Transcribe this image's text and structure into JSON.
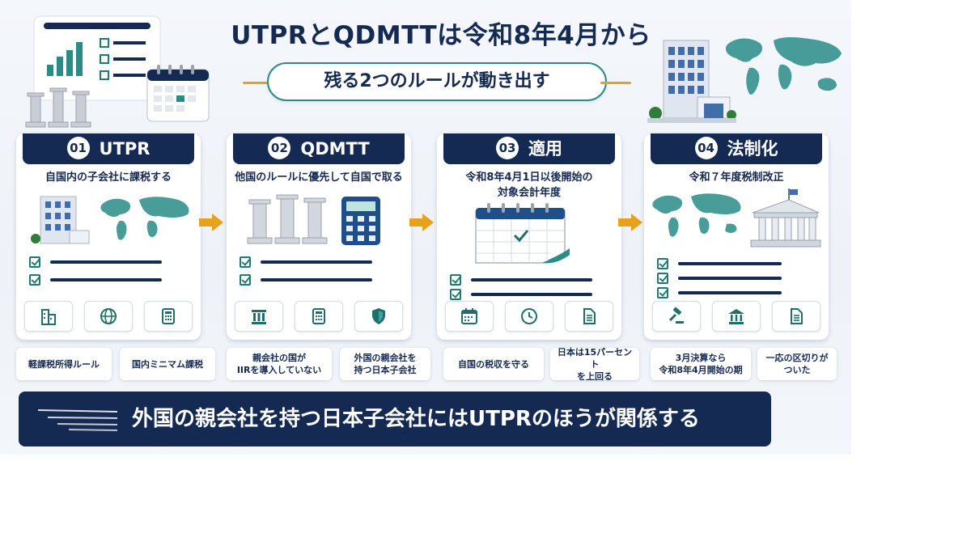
{
  "header": {
    "title": "UTPRとQDMTTは令和8年4月から",
    "subtitle": "残る2つのルールが動き出す"
  },
  "cards": [
    {
      "number": "01",
      "title": "UTPR",
      "desc_lines": [
        "自国内の子会社に課税する"
      ],
      "icons": [
        "building-icon",
        "globe-icon",
        "calculator-icon"
      ]
    },
    {
      "number": "02",
      "title": "QDMTT",
      "desc_lines": [
        "他国のルールに優先して自国で取る"
      ],
      "icons": [
        "pillar-icon",
        "calculator-icon",
        "shield-icon"
      ]
    },
    {
      "number": "03",
      "title": "適用",
      "desc_lines": [
        "令和8年4月1日以後開始の",
        "対象会計年度"
      ],
      "icons": [
        "calendar-icon",
        "clock-icon",
        "document-icon"
      ]
    },
    {
      "number": "04",
      "title": "法制化",
      "desc_lines": [
        "令和７年度税制改正"
      ],
      "icons": [
        "gavel-icon",
        "courthouse-icon",
        "document-icon"
      ]
    }
  ],
  "tags": [
    {
      "lines": [
        "軽課税所得ルール"
      ]
    },
    {
      "lines": [
        "国内ミニマム課税"
      ]
    },
    {
      "lines": [
        "親会社の国が",
        "IIRを導入していない"
      ]
    },
    {
      "lines": [
        "外国の親会社を",
        "持つ日本子会社"
      ]
    },
    {
      "lines": [
        "自国の税収を守る"
      ]
    },
    {
      "lines": [
        "日本は15パーセント",
        "を上回る"
      ]
    },
    {
      "lines": [
        "3月決算なら",
        "令和8年4月開始の期"
      ]
    },
    {
      "lines": [
        "一応の区切りが",
        "ついた"
      ]
    }
  ],
  "banner": {
    "text": "外国の親会社を持つ日本子会社にはUTPRのほうが関係する"
  },
  "colors": {
    "navy": "#152a52",
    "teal": "#2a8c87",
    "accent": "#e6a21b"
  }
}
